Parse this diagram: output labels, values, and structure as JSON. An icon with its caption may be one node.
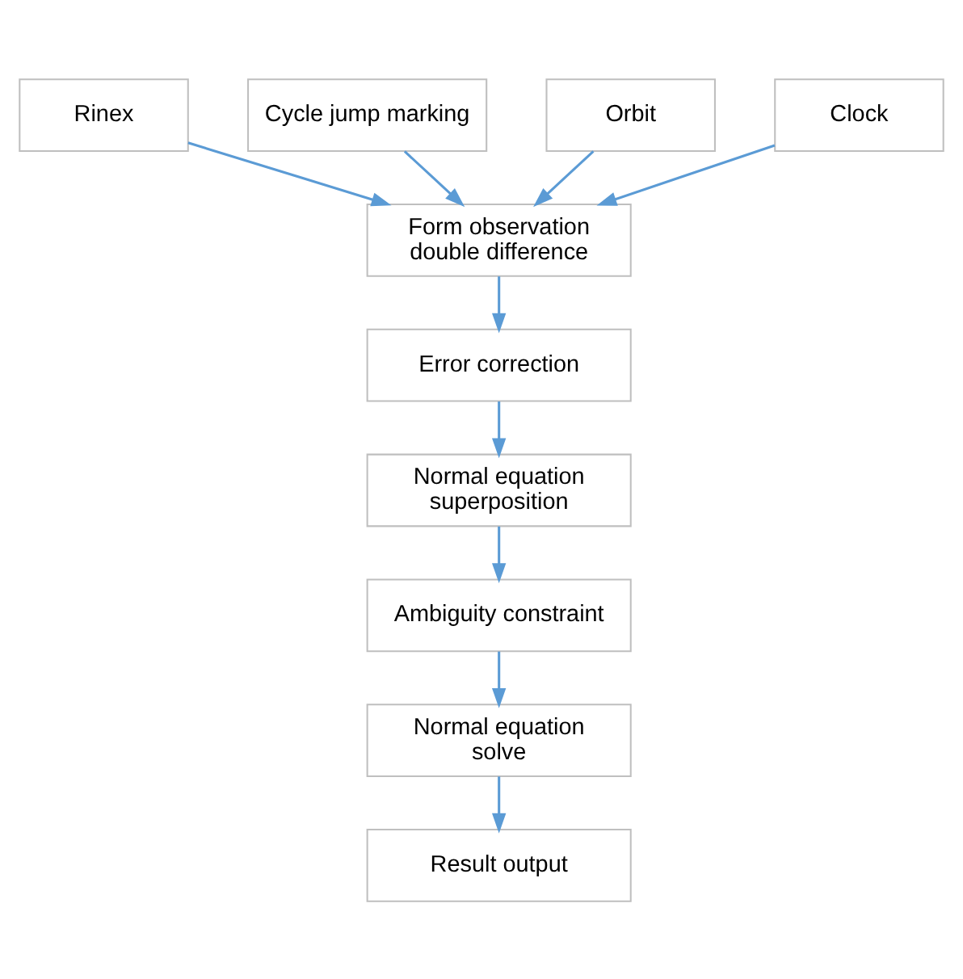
{
  "diagram": {
    "nodes": [
      {
        "text": [
          "Rinex"
        ]
      },
      {
        "text": [
          "Cycle jump marking"
        ]
      },
      {
        "text": [
          "Orbit"
        ]
      },
      {
        "text": [
          "Clock"
        ]
      },
      {
        "text": [
          "Form observation double difference"
        ]
      },
      {
        "text": [
          "Error correction"
        ]
      },
      {
        "text": [
          "Normal equation superposition"
        ]
      },
      {
        "text": [
          "Ambiguity constraint"
        ]
      },
      {
        "text": [
          "Normal equation solve"
        ]
      },
      {
        "text": [
          "Result output"
        ]
      }
    ],
    "edges": [
      {
        "from": 0,
        "to": 4,
        "arrow": "to"
      },
      {
        "from": 1,
        "to": 4,
        "arrow": "to"
      },
      {
        "from": 2,
        "to": 4,
        "arrow": "to"
      },
      {
        "from": 3,
        "to": 4,
        "arrow": "to"
      },
      {
        "from": 4,
        "to": 5,
        "arrow": "to"
      },
      {
        "from": 5,
        "to": 6,
        "arrow": "to"
      },
      {
        "from": 6,
        "to": 7,
        "arrow": "to"
      },
      {
        "from": 7,
        "to": 8,
        "arrow": "to"
      },
      {
        "from": 8,
        "to": 9,
        "arrow": "to"
      }
    ]
  }
}
